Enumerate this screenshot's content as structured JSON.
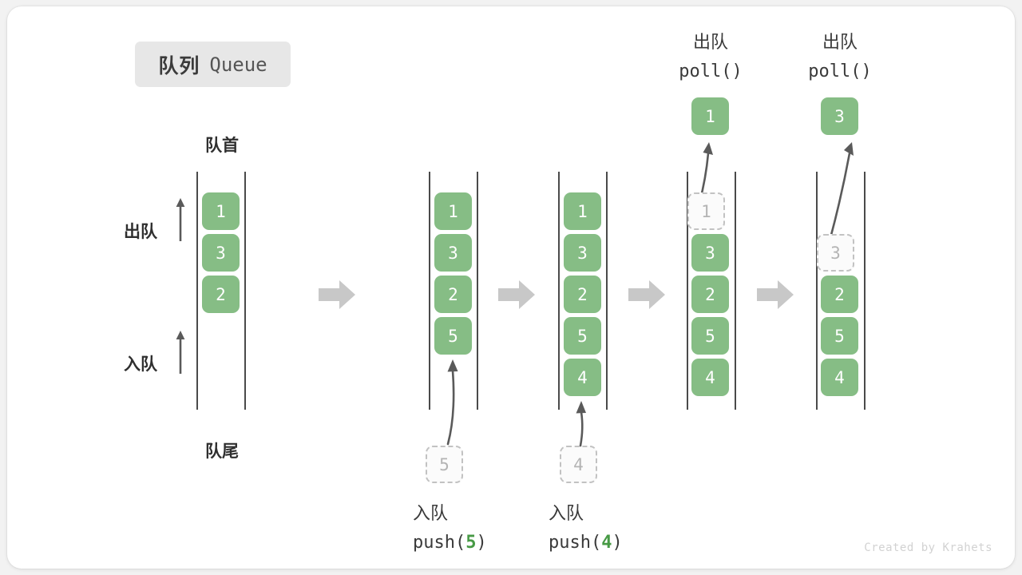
{
  "title": {
    "cn": "队列",
    "en": "Queue",
    "badge_color": "#e7e7e7"
  },
  "labels": {
    "head": "队首",
    "tail": "队尾",
    "dequeue_side": "出队",
    "enqueue_side": "入队"
  },
  "colors": {
    "cell_fill": "#86bd85",
    "cell_text": "#ffffff",
    "ghost_border": "#c2c2c2",
    "ghost_text": "#b4b4b4",
    "rail": "#4a4a4a",
    "arrow": "#5a5a5a",
    "step_arrow": "#c8c8c8",
    "accent_num": "#479a45"
  },
  "columns": [
    {
      "id": "initial",
      "cells": [
        {
          "value": "1",
          "state": "filled"
        },
        {
          "value": "3",
          "state": "filled"
        },
        {
          "value": "2",
          "state": "filled"
        }
      ]
    },
    {
      "id": "after-push-5",
      "cells": [
        {
          "value": "1",
          "state": "filled"
        },
        {
          "value": "3",
          "state": "filled"
        },
        {
          "value": "2",
          "state": "filled"
        },
        {
          "value": "5",
          "state": "filled"
        }
      ],
      "incoming": {
        "value": "5",
        "state": "ghost"
      },
      "caption": {
        "cn": "入队",
        "code_prefix": "push(",
        "code_num": "5",
        "code_suffix": ")"
      }
    },
    {
      "id": "after-push-4",
      "cells": [
        {
          "value": "1",
          "state": "filled"
        },
        {
          "value": "3",
          "state": "filled"
        },
        {
          "value": "2",
          "state": "filled"
        },
        {
          "value": "5",
          "state": "filled"
        },
        {
          "value": "4",
          "state": "filled"
        }
      ],
      "incoming": {
        "value": "4",
        "state": "ghost"
      },
      "caption": {
        "cn": "入队",
        "code_prefix": "push(",
        "code_num": "4",
        "code_suffix": ")"
      }
    },
    {
      "id": "after-poll-1",
      "cells": [
        {
          "value": "1",
          "state": "ghost"
        },
        {
          "value": "3",
          "state": "filled"
        },
        {
          "value": "2",
          "state": "filled"
        },
        {
          "value": "5",
          "state": "filled"
        },
        {
          "value": "4",
          "state": "filled"
        }
      ],
      "popped": {
        "value": "1",
        "state": "filled"
      },
      "caption": {
        "cn": "出队",
        "code": "poll()"
      }
    },
    {
      "id": "after-poll-3",
      "cells": [
        {
          "value": "3",
          "state": "ghost"
        },
        {
          "value": "2",
          "state": "filled"
        },
        {
          "value": "5",
          "state": "filled"
        },
        {
          "value": "4",
          "state": "filled"
        }
      ],
      "popped": {
        "value": "3",
        "state": "filled"
      },
      "caption": {
        "cn": "出队",
        "code": "poll()"
      }
    }
  ],
  "watermark": "Created by Krahets"
}
